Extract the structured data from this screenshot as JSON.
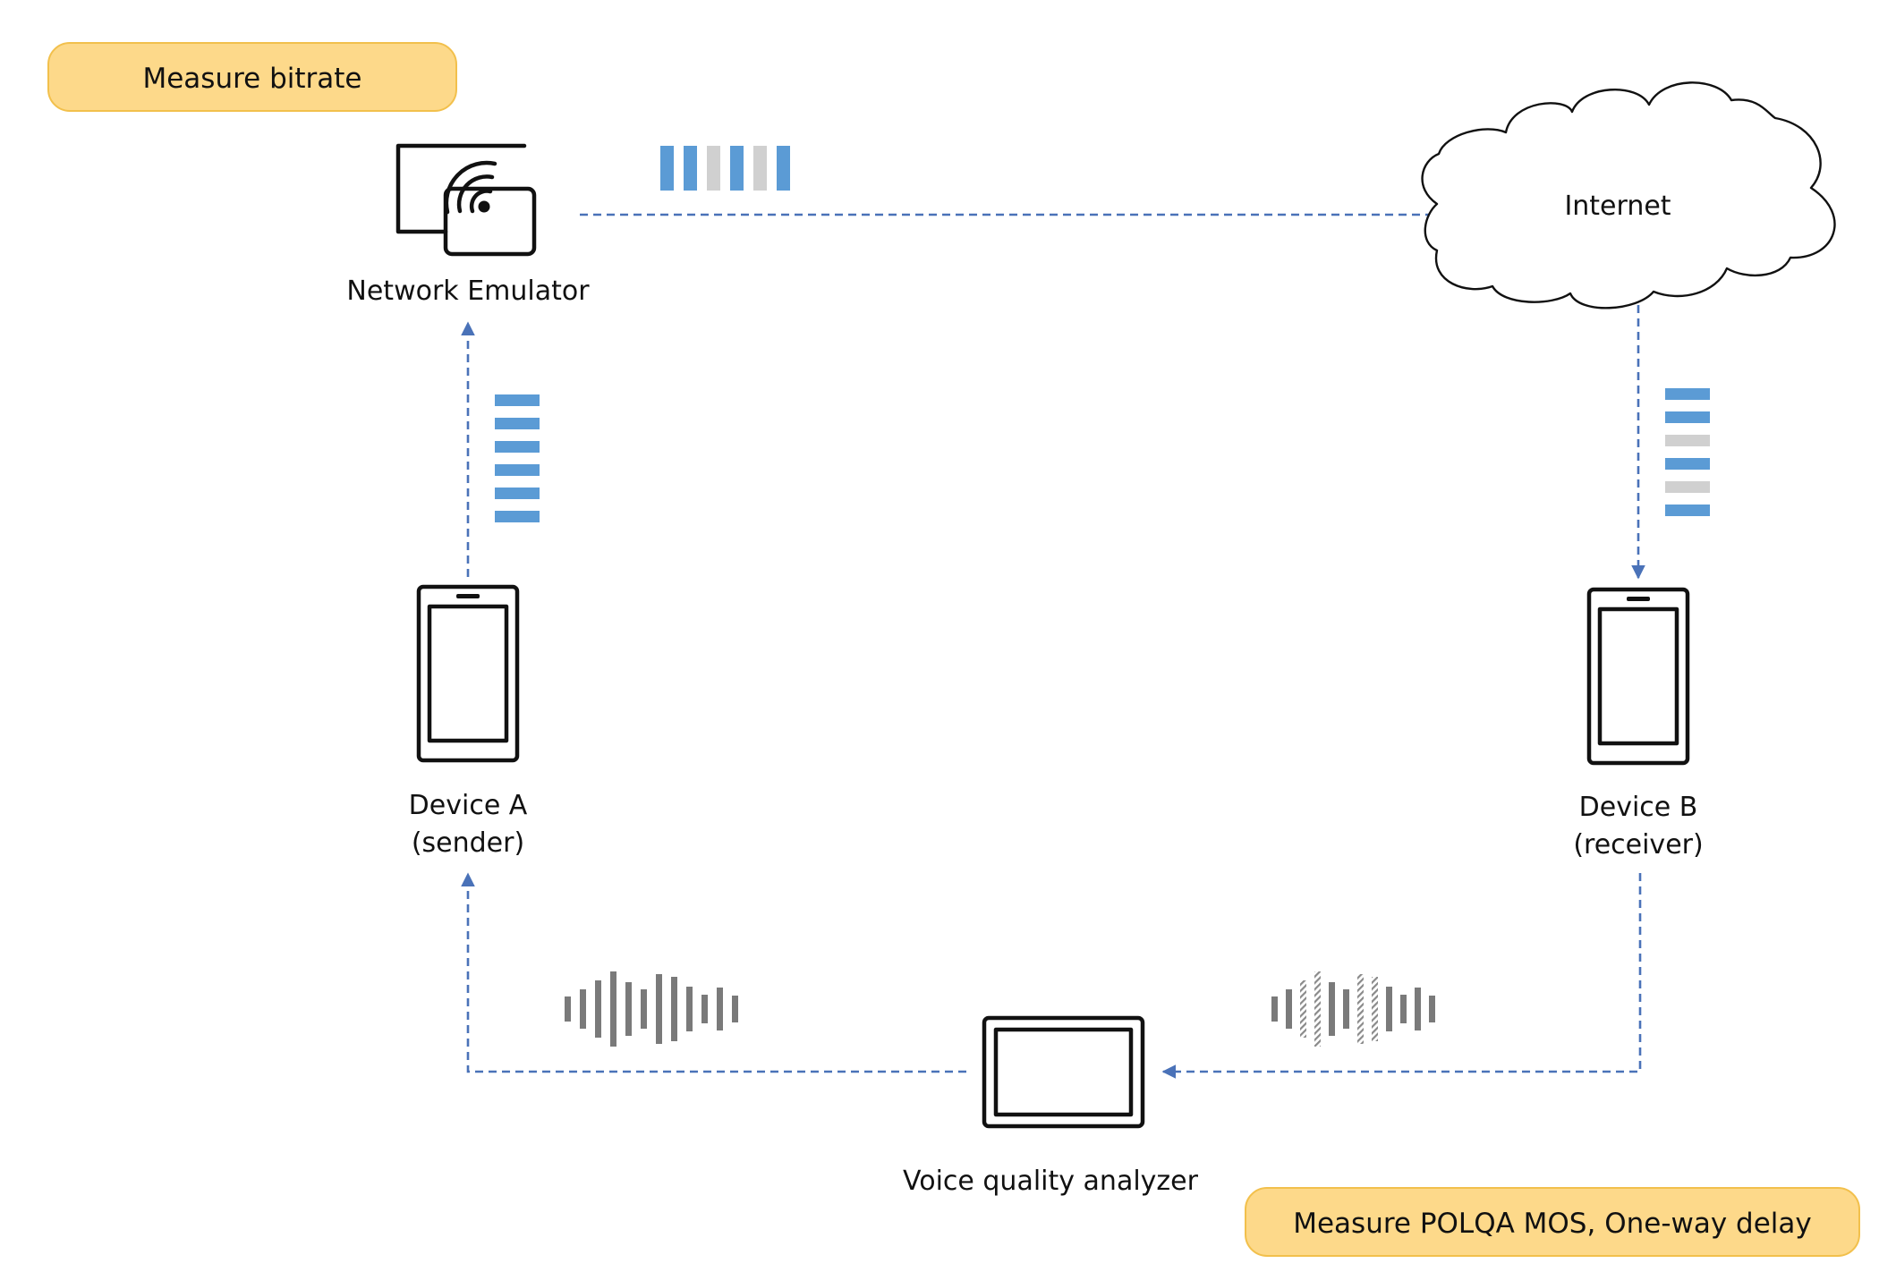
{
  "callouts": {
    "top": "Measure bitrate",
    "bottom": "Measure POLQA MOS, One-way delay"
  },
  "nodes": {
    "emulator": "Network Emulator",
    "internet": "Internet",
    "device_a_line1": "Device A",
    "device_a_line2": "(sender)",
    "device_b_line1": "Device B",
    "device_b_line2": "(receiver)",
    "analyzer": "Voice quality analyzer"
  },
  "icons": {
    "emulator": "network-emulator-icon",
    "internet": "cloud-icon",
    "device_a": "smartphone-icon",
    "device_b": "smartphone-icon",
    "analyzer": "tablet-icon",
    "packets": "packet-stream-icon",
    "audio": "waveform-icon"
  },
  "colors": {
    "callout_fill": "#fdd98a",
    "callout_stroke": "#f2c04c",
    "flow_line": "#4a72b8",
    "packet_ok": "#5b9bd5",
    "packet_lost": "#d0d0d0",
    "waveform": "#7a7a7a"
  },
  "packet_streams": {
    "emulator_to_internet": [
      "ok",
      "ok",
      "lost",
      "ok",
      "lost",
      "ok"
    ],
    "device_a_to_emulator": [
      "ok",
      "ok",
      "ok",
      "ok",
      "ok",
      "ok"
    ],
    "internet_to_device_b": [
      "ok",
      "ok",
      "lost",
      "ok",
      "lost",
      "ok"
    ]
  }
}
